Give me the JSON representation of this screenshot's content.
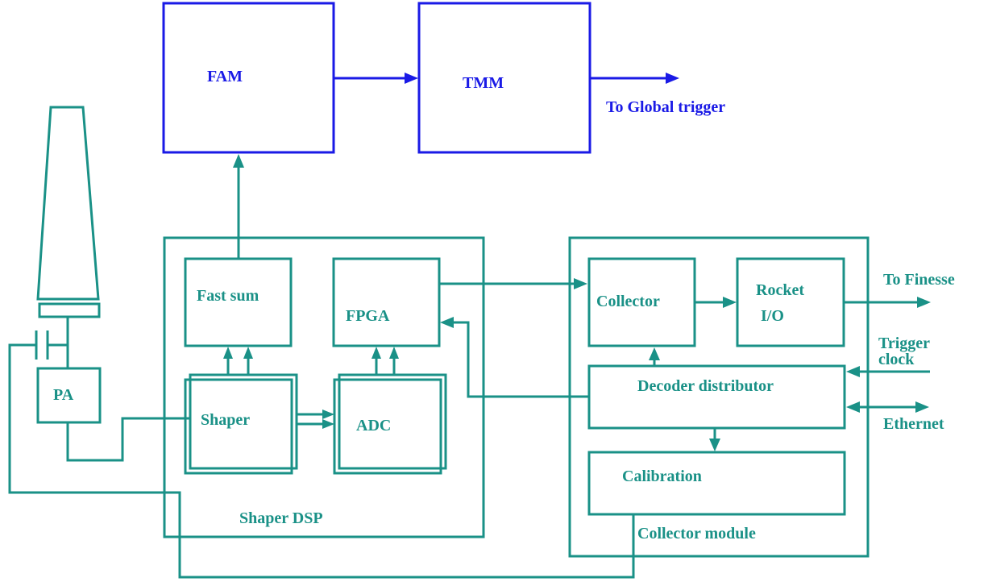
{
  "labels": {
    "fam": "FAM",
    "tmm": "TMM",
    "to_global_trigger": "To Global trigger",
    "fast_sum": "Fast sum",
    "fpga": "FPGA",
    "shaper": "Shaper",
    "adc": "ADC",
    "shaper_dsp": "Shaper DSP",
    "pa": "PA",
    "collector": "Collector",
    "rocket": "Rocket",
    "io": "I/O",
    "decoder_distributor": "Decoder distributor",
    "calibration": "Calibration",
    "collector_module": "Collector module",
    "to_finesse": "To Finesse",
    "trigger": "Trigger",
    "clock": "clock",
    "ethernet": "Ethernet"
  },
  "colors": {
    "teal": "#1a9187",
    "blue": "#1a1ae6"
  }
}
